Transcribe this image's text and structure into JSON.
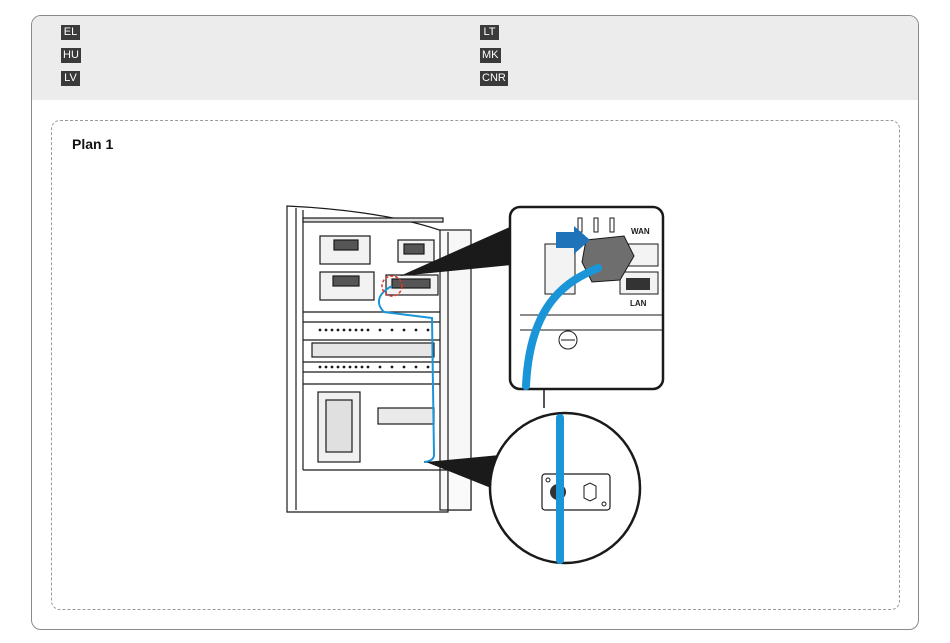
{
  "languages": {
    "left_col": [
      "EL",
      "HU",
      "LV"
    ],
    "right_col": [
      "LT",
      "MK",
      "CNR"
    ]
  },
  "plan": {
    "title": "Plan 1"
  },
  "figure": {
    "port_labels": {
      "wan": "WAN",
      "lan": "LAN"
    },
    "colors": {
      "cable": "#1a96d8",
      "arrow": "#1f73b8",
      "highlight": "#e0332b",
      "line": "#1a1a1a"
    }
  }
}
